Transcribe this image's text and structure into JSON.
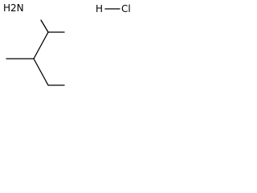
{
  "molecule": {
    "amine_label": "H2N",
    "hcl_h_label": "H",
    "hcl_cl_label": "Cl"
  }
}
